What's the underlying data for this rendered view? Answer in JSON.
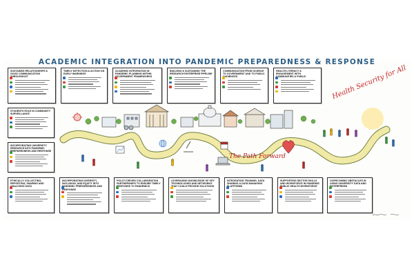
{
  "title": "ACADEMIC INTEGRATION INTO PANDEMIC PREPAREDNESS & RESPONSE",
  "tagline": "Health Security for All",
  "path_label": "The Path Forward",
  "colors": {
    "title": "#2b5d86",
    "accent_red": "#c62828",
    "path": "#f1e9a6",
    "path_edge": "#6f7f3f",
    "dot_red": "#d93a2b",
    "dot_green": "#3a9a3e",
    "dot_blue": "#2d6fb8",
    "dot_yellow": "#f2b705"
  },
  "cards": [
    {
      "id": "top-1",
      "title": "Sustained Relationships & Good Communication Throughout",
      "lines": 7
    },
    {
      "id": "top-2",
      "title": "Timely Detection & Action on Early Warnings",
      "lines": 6
    },
    {
      "id": "top-3",
      "title": "Academic Integration in Pandemic Planning Within Government Frameworks",
      "lines": 7
    },
    {
      "id": "top-4",
      "title": "Building & Sustaining the Research Enterprise Pipeline",
      "lines": 6
    },
    {
      "id": "top-5",
      "title": "Communication from Science to Government and to Public Audiences",
      "lines": 5
    },
    {
      "id": "top-6",
      "title": "Health Literacy & Engagement with Communities & Public",
      "lines": 6
    },
    {
      "id": "left-1",
      "title": "Students Role in Community Surveillance",
      "lines": 6
    },
    {
      "id": "left-2",
      "title": "Incorporating University Research into Pandemic Preparedness and Response",
      "lines": 6
    },
    {
      "id": "bot-1",
      "title": "Ethically Collecting, Reporting, Sharing and Analyzing Data",
      "lines": 6
    },
    {
      "id": "bot-2",
      "title": "Incorporating Diversity, Inclusion, and Equity into Pandemic Preparedness and Response",
      "lines": 6
    },
    {
      "id": "bot-3",
      "title": "Policy Driven Collaboration Partnerships to Ensure Timely Response to Pandemics",
      "lines": 6
    },
    {
      "id": "bot-4",
      "title": "Leveraging Knowledge of Key Technologies and Networks that Could Provide Solutions",
      "lines": 6
    },
    {
      "id": "bot-5",
      "title": "Integrating Training, Data Sharing & Data Managing Platforms",
      "lines": 6
    },
    {
      "id": "bot-6",
      "title": "Supporting Sector Skills and Workforce in Pandemic Public Health Workforce",
      "lines": 6
    },
    {
      "id": "bot-7",
      "title": "Overcoming Obstacles in Using University Data and Enterprises",
      "lines": 6
    }
  ],
  "buildings": [
    "hospital",
    "university",
    "capitol",
    "school",
    "church",
    "library",
    "apartments",
    "office",
    "lab"
  ],
  "icons": [
    "coronavirus-icon",
    "microscope-icon",
    "laptop-icon",
    "calendar-icon",
    "heart-icon",
    "globe-icon",
    "binoculars-icon",
    "chart-icon"
  ]
}
